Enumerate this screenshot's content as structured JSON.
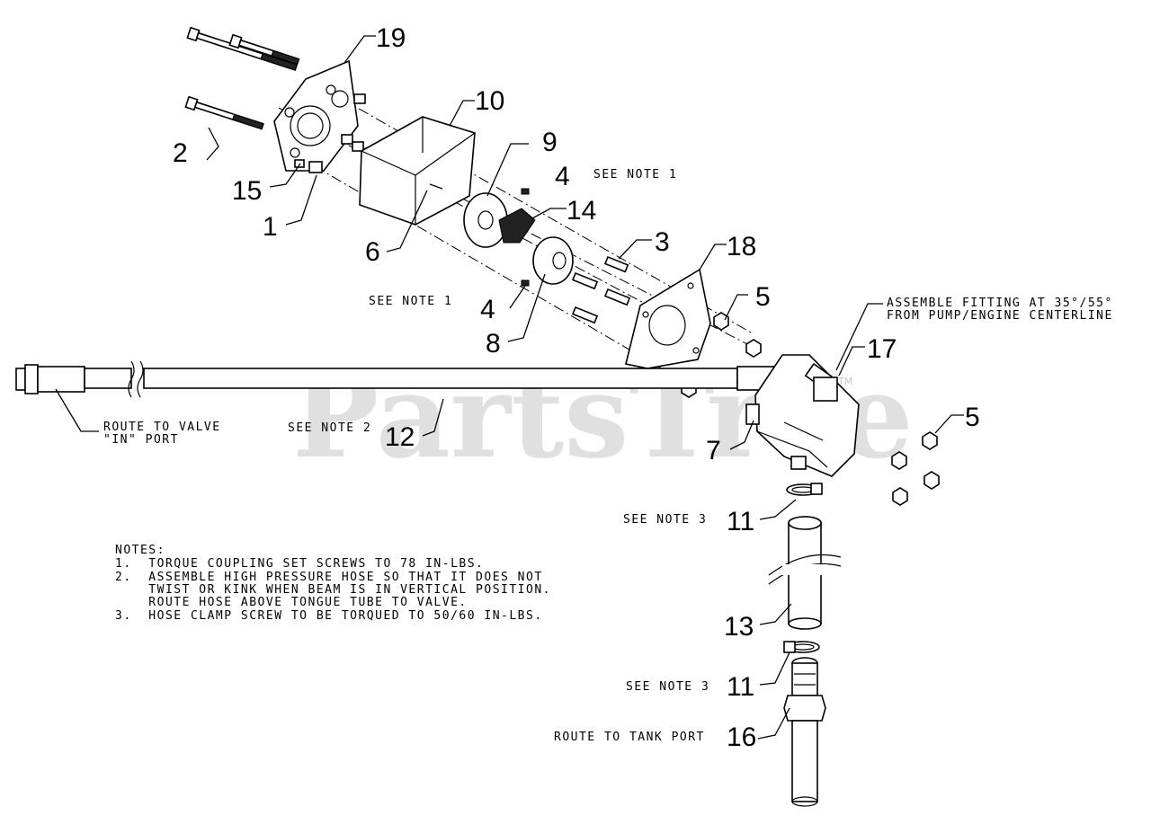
{
  "watermark": {
    "text": "PartsTree",
    "tm": "TM"
  },
  "callouts": [
    {
      "id": "c19",
      "label": "19"
    },
    {
      "id": "c10",
      "label": "10"
    },
    {
      "id": "c9",
      "label": "9"
    },
    {
      "id": "c2",
      "label": "2"
    },
    {
      "id": "c15",
      "label": "15"
    },
    {
      "id": "c1",
      "label": "1"
    },
    {
      "id": "c4a",
      "label": "4"
    },
    {
      "id": "c14",
      "label": "14"
    },
    {
      "id": "c6",
      "label": "6"
    },
    {
      "id": "c3",
      "label": "3"
    },
    {
      "id": "c18",
      "label": "18"
    },
    {
      "id": "c5a",
      "label": "5"
    },
    {
      "id": "c4b",
      "label": "4"
    },
    {
      "id": "c8",
      "label": "8"
    },
    {
      "id": "c17",
      "label": "17"
    },
    {
      "id": "c12",
      "label": "12"
    },
    {
      "id": "c7",
      "label": "7"
    },
    {
      "id": "c5b",
      "label": "5"
    },
    {
      "id": "c11a",
      "label": "11"
    },
    {
      "id": "c13",
      "label": "13"
    },
    {
      "id": "c11b",
      "label": "11"
    },
    {
      "id": "c16",
      "label": "16"
    }
  ],
  "captions": {
    "see_note_1_top": "SEE NOTE 1",
    "see_note_1_mid": "SEE NOTE 1",
    "assemble_fitting_1": "ASSEMBLE FITTING AT 35°/55°",
    "assemble_fitting_2": "FROM PUMP/ENGINE CENTERLINE",
    "route_valve_1": "ROUTE TO VALVE",
    "route_valve_2": "\"IN\" PORT",
    "see_note_2": "SEE NOTE 2",
    "see_note_3_a": "SEE NOTE 3",
    "see_note_3_b": "SEE NOTE 3",
    "route_tank": "ROUTE TO TANK PORT"
  },
  "notes": {
    "heading": "NOTES:",
    "lines": [
      "1.  TORQUE COUPLING SET SCREWS TO 78 IN-LBS.",
      "2.  ASSEMBLE HIGH PRESSURE HOSE SO THAT IT DOES NOT",
      "    TWIST OR KINK WHEN BEAM IS IN VERTICAL POSITION.",
      "    ROUTE HOSE ABOVE TONGUE TUBE TO VALVE.",
      "3.  HOSE CLAMP SCREW TO BE TORQUED TO 50/60 IN-LBS."
    ]
  }
}
